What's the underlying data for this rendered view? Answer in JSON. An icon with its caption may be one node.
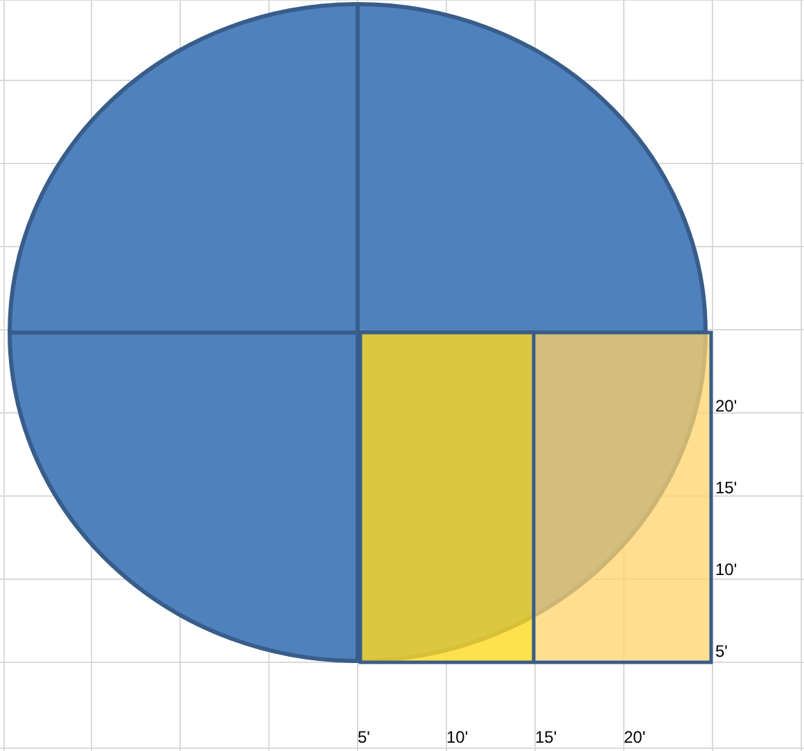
{
  "diagram": {
    "labels": [
      "20'",
      "15'",
      "10'",
      "5'",
      "5'",
      "10'",
      "15'",
      "20'"
    ]
  }
}
